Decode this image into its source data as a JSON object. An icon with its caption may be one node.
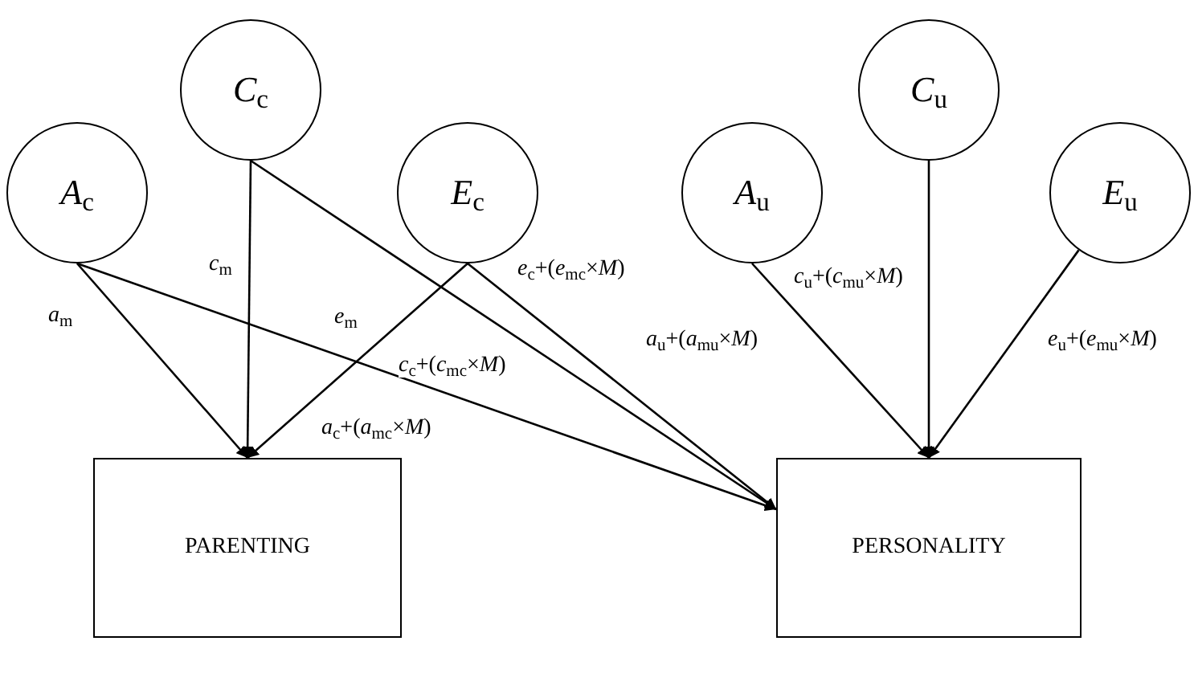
{
  "diagram": {
    "nodes": [
      {
        "text": [
          "*A*$_{c}$"
        ]
      },
      {
        "text": [
          "*C*$_{c}$"
        ]
      },
      {
        "text": [
          "*E*$_{c}$"
        ]
      },
      {
        "text": [
          "*A*$_{u}$"
        ]
      },
      {
        "text": [
          "*C*$_{u}$"
        ]
      },
      {
        "text": [
          "*E*$_{u}$"
        ]
      },
      {
        "text": [
          "PARENTING"
        ]
      },
      {
        "text": [
          "PERSONALITY"
        ]
      }
    ],
    "edges": [
      {
        "from": 0,
        "to": 6,
        "arrow": "to",
        "label": "*a*$_{m}$"
      },
      {
        "from": 1,
        "to": 6,
        "arrow": "to",
        "label": "*c*$_{m}$"
      },
      {
        "from": 2,
        "to": 6,
        "arrow": "to",
        "label": "*e*$_{m}$"
      },
      {
        "from": 0,
        "to": 7,
        "arrow": "to",
        "label": "*a*$_{c}$+(*a*$_{mc}$×*M*)"
      },
      {
        "from": 1,
        "to": 7,
        "arrow": "to",
        "label": "*c*$_{c}$+(*c*$_{mc}$×*M*)"
      },
      {
        "from": 2,
        "to": 7,
        "arrow": "to",
        "label": "*e*$_{c}$+(*e*$_{mc}$×*M*)"
      },
      {
        "from": 3,
        "to": 7,
        "arrow": "to",
        "label": "*a*$_{u}$+(*a*$_{mu}$×*M*)"
      },
      {
        "from": 4,
        "to": 7,
        "arrow": "to",
        "label": "*c*$_{u}$+(*c*$_{mu}$×*M*)"
      },
      {
        "from": 5,
        "to": 7,
        "arrow": "to",
        "label": "*e*$_{u}$+(*e*$_{mu}$×*M*)"
      }
    ]
  }
}
